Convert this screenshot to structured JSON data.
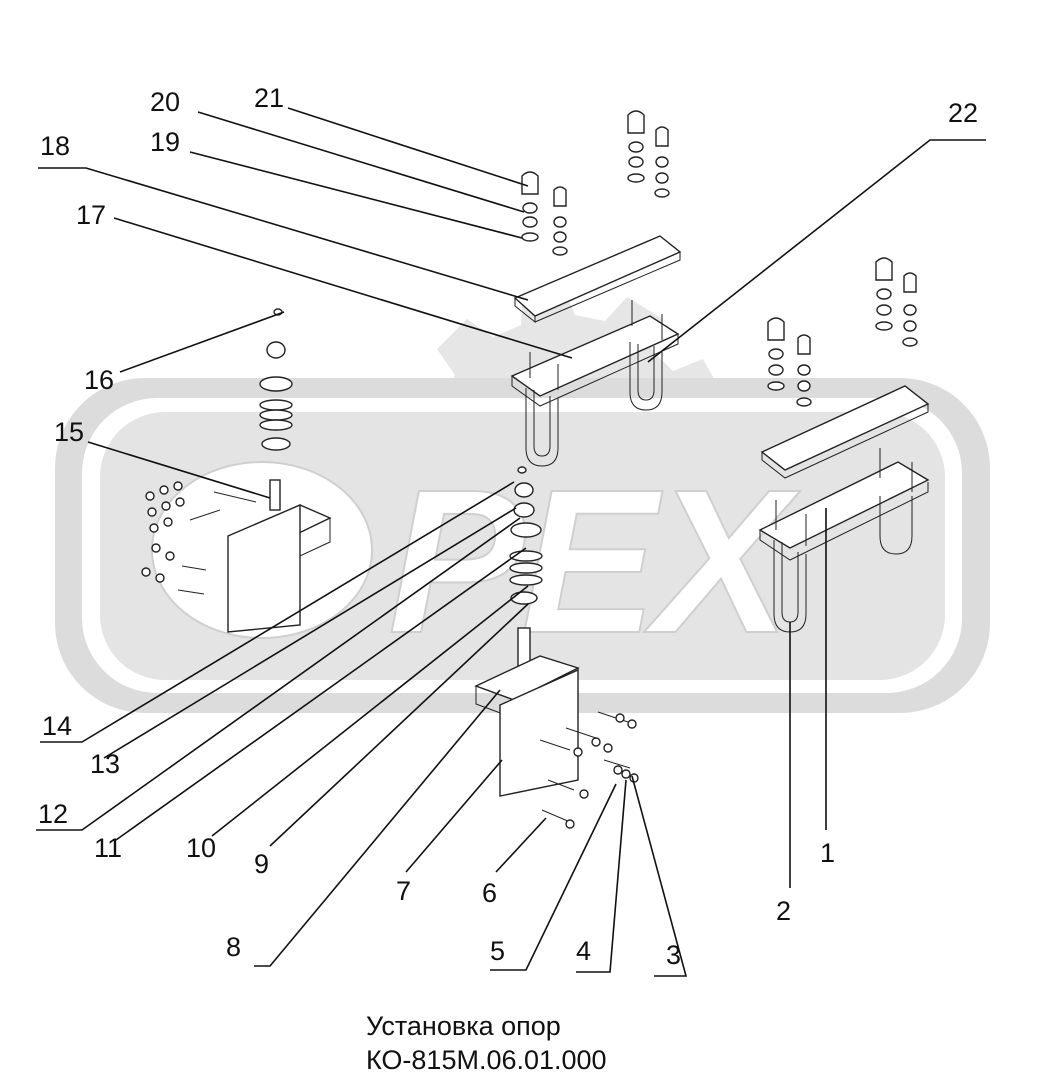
{
  "caption": {
    "line1": "Установка опор",
    "line2": "КО-815М.06.01.000"
  },
  "watermark": {
    "text": "PEX",
    "color": "#d4d4d4"
  },
  "callouts": {
    "c1": "1",
    "c2": "2",
    "c3": "3",
    "c4": "4",
    "c5": "5",
    "c6": "6",
    "c7": "7",
    "c8": "8",
    "c9": "9",
    "c10": "10",
    "c11": "11",
    "c12": "12",
    "c13": "13",
    "c14": "14",
    "c15": "15",
    "c16": "16",
    "c17": "17",
    "c18": "18",
    "c19": "19",
    "c20": "20",
    "c21": "21",
    "c22": "22"
  }
}
